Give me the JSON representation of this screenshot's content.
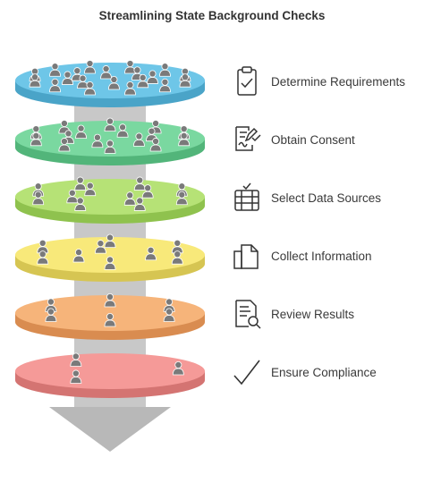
{
  "title": "Streamlining State Background Checks",
  "steps": [
    {
      "label": "Determine Requirements",
      "color": "#6ec6e8",
      "side": "#4aa4c8",
      "icon": "clipboard-check-icon"
    },
    {
      "label": "Obtain Consent",
      "color": "#7ad8a0",
      "side": "#52b57a",
      "icon": "signature-document-icon"
    },
    {
      "label": "Select Data Sources",
      "color": "#b6e276",
      "side": "#8fc24e",
      "icon": "database-checklist-icon"
    },
    {
      "label": "Collect Information",
      "color": "#f8e97a",
      "side": "#d6c552",
      "icon": "stacked-documents-icon"
    },
    {
      "label": "Review Results",
      "color": "#f6b47a",
      "side": "#d98c50",
      "icon": "document-search-icon"
    },
    {
      "label": "Ensure Compliance",
      "color": "#f59a98",
      "side": "#d47472",
      "icon": "checkmark-icon"
    }
  ],
  "colors": {
    "column": "#c8c8c8",
    "arrow": "#b8b8b8",
    "person": "#7a7a7a",
    "icon_stroke": "#333333"
  }
}
